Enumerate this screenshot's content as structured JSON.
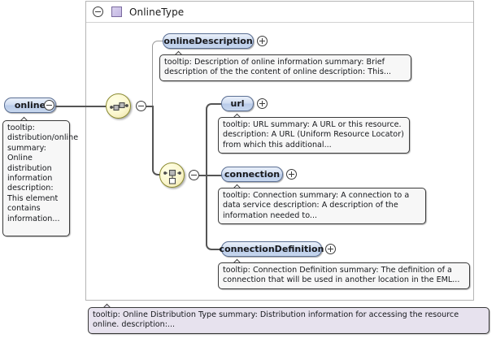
{
  "diagram": {
    "kind": "xml-schema-diagram",
    "root_element": {
      "label": "online",
      "toggle": "collapse"
    },
    "type_box": {
      "title": "OnlineType",
      "toggle": "collapse",
      "glyph": "complex-type-icon"
    },
    "compositors": [
      {
        "id": "sequence",
        "name": "sequence-compositor",
        "toggle": "collapse"
      },
      {
        "id": "choice",
        "name": "choice-compositor",
        "toggle": "collapse"
      }
    ],
    "elements": [
      {
        "id": "onlineDescription",
        "label": "onlineDescription",
        "toggle": "expand",
        "occurrence": "optional"
      },
      {
        "id": "url",
        "label": "url",
        "toggle": "expand",
        "occurrence": "required"
      },
      {
        "id": "connection",
        "label": "connection",
        "toggle": "expand",
        "occurrence": "required"
      },
      {
        "id": "connectionDefinition",
        "label": "connectionDefinition",
        "toggle": "expand",
        "occurrence": "required"
      }
    ],
    "tooltips": {
      "online": "tooltip: distribution/online summary: Online distribution information description: This element contains information...",
      "onlineDescription": "tooltip: Description of online information summary: Brief description of the the content of online description: This...",
      "url": "tooltip: URL summary: A URL or this resource. description: A URL (Uniform Resource Locator) from which this additional...",
      "connection": "tooltip: Connection summary: A connection to a data service description: A description of the information needed to...",
      "connectionDefinition": "tooltip: Connection Definition summary: The definition of a connection that will be used in another location in the EML...",
      "onlineType": "tooltip: Online Distribution Type summary: Distribution information for accessing the resource online. description:..."
    },
    "colors": {
      "node_border": "#5b6f93",
      "node_fill": "#c7d7ee",
      "compositor_fill": "#fbf7cf",
      "compositor_border": "#8a8a30",
      "type_glyph": "#c3b6e2",
      "tooltip_bg": "#f7f7f7",
      "tooltip_accent_bg": "#e7e2ee",
      "connector": "#555555",
      "container_border": "#b5b5b5",
      "page_bg": "#ffffff"
    }
  }
}
